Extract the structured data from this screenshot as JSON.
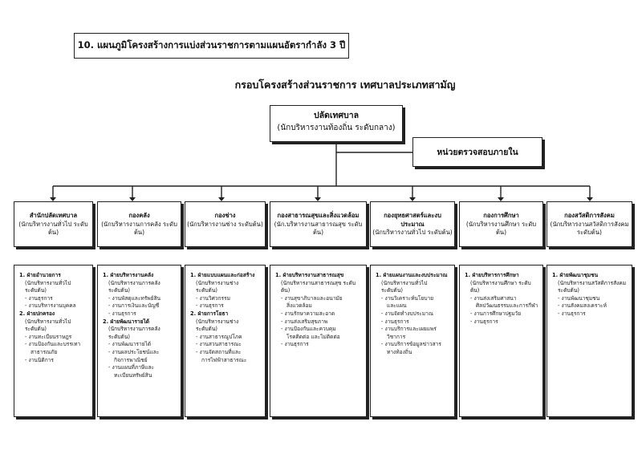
{
  "header": {
    "title": "10. แผนภูมิโครงสร้างการแบ่งส่วนราชการตามแผนอัตรากำลัง 3 ปี"
  },
  "diagram_title": "กรอบโครงสร้างส่วนราชการ เทศบาลประเภทสามัญ",
  "root": {
    "title": "ปลัดเทศบาล",
    "subtitle": "(นักบริหารงานท้องถิ่น ระดับกลาง)"
  },
  "audit": {
    "title": "หน่วยตรวจสอบภายใน"
  },
  "departments": [
    {
      "name": "สำนักปลัดเทศบาล",
      "sub": "(นักบริหารงานทั่วไป ระดับต้น)"
    },
    {
      "name": "กองคลัง",
      "sub": "(นักบริหารงานการคลัง ระดับต้น)"
    },
    {
      "name": "กองช่าง",
      "sub": "(นักบริหารงานช่าง ระดับต้น)"
    },
    {
      "name": "กองสาธารณสุขและสิ่งแวดล้อม",
      "sub": "(นัก.บริหารงานสาธารณสุข ระดับต้น)"
    },
    {
      "name": "กองยุทธศาสตร์และงบประมาณ",
      "sub": "(นักบริหารงานทั่วไป ระดับต้น)"
    },
    {
      "name": "กองการศึกษา",
      "sub": "(นักบริหารงานศึกษา ระดับต้น)"
    },
    {
      "name": "กองสวัสดิการสังคม",
      "sub": "(นักบริหารงานสวัสดิการสังคม ระดับต้น)"
    }
  ],
  "sections": [
    [
      {
        "h": "1. ฝ่ายอำนวยการ",
        "sub": [
          "(นักบริหารงานทั่วไป",
          "ระดับต้น)"
        ],
        "items": [
          "- งานธุรการ",
          "- งานบริหารงานบุคคล"
        ]
      },
      {
        "h": "2. ฝ่ายปกครอง",
        "sub": [
          "(นักบริหารงานทั่วไป",
          "ระดับต้น)"
        ],
        "items": [
          "- งานทะเบียนราษฎร",
          "- งานป้องกันและบรรเทา",
          "  สาธารณภัย",
          "- งานนิติการ"
        ]
      }
    ],
    [
      {
        "h": "1. ฝ่ายบริหารงานคลัง",
        "sub": [
          "(นักบริหารงานการคลัง",
          "ระดับต้น)"
        ],
        "items": [
          "- งานพัสดุและทรัพย์สิน",
          "- งานการเงินและบัญชี",
          "- งานธุรการ"
        ]
      },
      {
        "h": "2. ฝ่ายพัฒนารายได้",
        "sub": [
          "(นักบริหารงานการคลัง",
          "ระดับต้น)"
        ],
        "items": [
          "- งานพัฒนารายได้",
          "- งานผลประโยชน์และ",
          "  กิจการพาณิชย์",
          "- งานแผนที่ภาษีและ",
          "  ทะเบียนทรัพย์สิน"
        ]
      }
    ],
    [
      {
        "h": "1. ฝ่ายแบบแผนและก่อสร้าง",
        "sub": [
          "(นักบริหารงานช่าง",
          "ระดับต้น)"
        ],
        "items": [
          "- งานวิศวกรรม",
          "- งานธุรการ"
        ]
      },
      {
        "h": "2. ฝ่ายการโยธา",
        "sub": [
          "(นักบริหารงานช่าง",
          "ระดับต้น)"
        ],
        "items": [
          "- งานสาธารณูปโภค",
          "- งานสวนสาธารณะ",
          "- งานจัดสถานที่และ",
          "  การไฟฟ้าสาธารณะ"
        ]
      }
    ],
    [
      {
        "h": "1. ฝ่ายบริหารงานสาธารณสุข",
        "sub": [
          "(นักบริหารงานสาธารณสุข ระดับต้น)"
        ],
        "items": [
          "- งานสุขาภิบาลและอนามัย",
          "  สิ่งแวดล้อม",
          "- งานรักษาความสะอาด",
          "- งานส่งเสริมสุขภาพ",
          "- งานป้องกันและควบคุม",
          "  โรคติดต่อ และไม่ติดต่อ",
          "- งานธุรการ"
        ]
      }
    ],
    [
      {
        "h": "1. ฝ่ายแผนงานและงบประมาณ",
        "sub": [
          "(นักบริหารงานทั่วไป",
          "ระดับต้น)"
        ],
        "items": [
          "- งานวิเคราะห์นโยบาย",
          "  และแผน",
          "- งานจัดทำงบประมาณ",
          "- งานธุรการ",
          "- งานบริการและเผยแพร่",
          "  วิชาการ",
          "- งานบริการข้อมูลข่าวสาร",
          "  ทางท้องถิ่น"
        ]
      }
    ],
    [
      {
        "h": "1. ฝ่ายบริหารการศึกษา",
        "sub": [
          "(นักบริหารงานศึกษา ระดับต้น)"
        ],
        "items": [
          "- งานส่งเสริมศาสนา",
          "  ศิลปวัฒนธรรมและการกีฬา",
          "- งานการศึกษาปฐมวัย",
          "- งานธุรการ"
        ]
      }
    ],
    [
      {
        "h": "1. ฝ่ายพัฒนาชุมชน",
        "sub": [
          "(นักบริหารงานสวัสดิการสังคม",
          "ระดับต้น)"
        ],
        "items": [
          "- งานพัฒนาชุมชน",
          "- งานสังคมสงเคราะห์",
          "- งานธุรการ"
        ]
      }
    ]
  ]
}
